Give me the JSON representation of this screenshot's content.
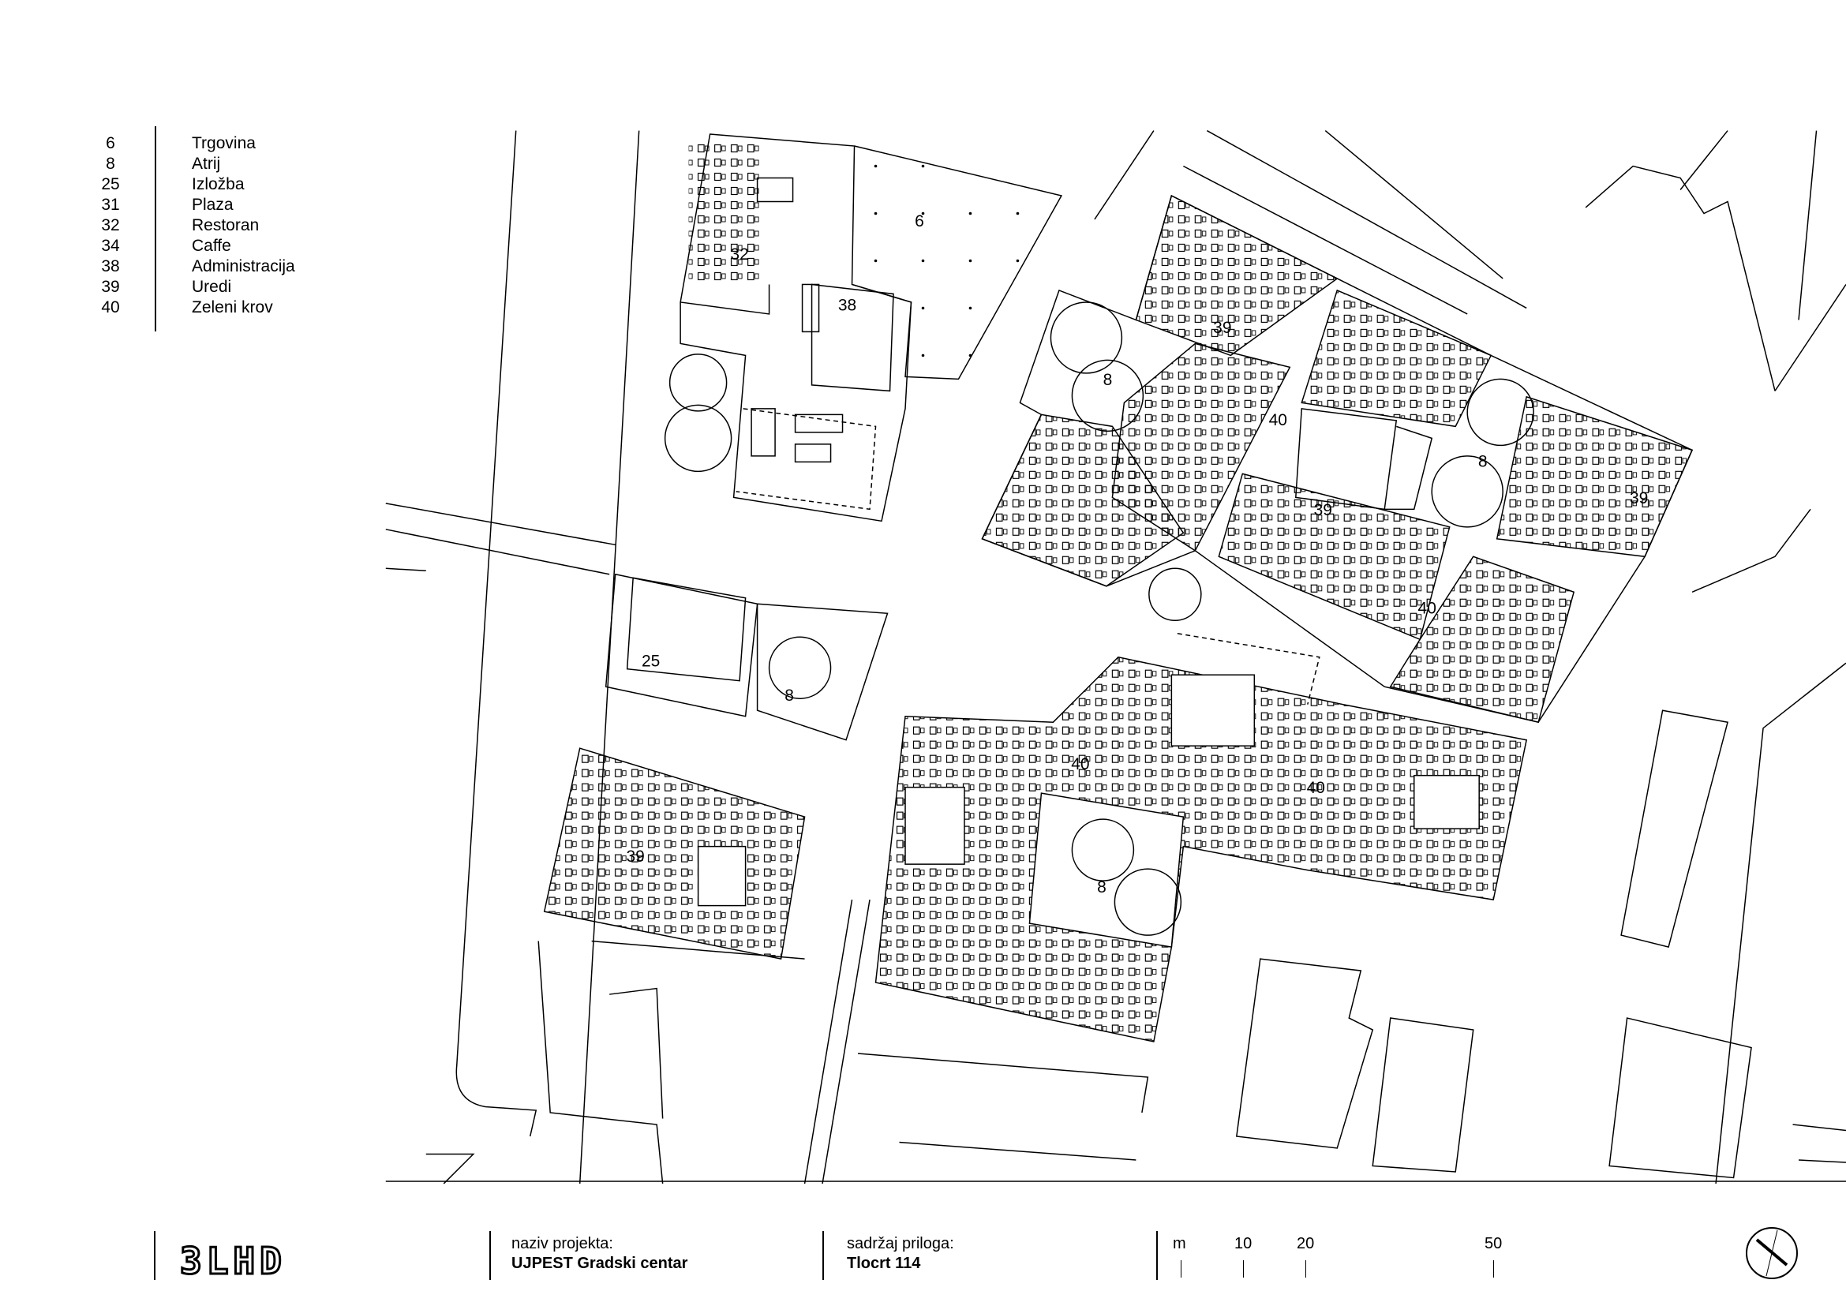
{
  "legend": [
    {
      "num": "6",
      "label": "Trgovina"
    },
    {
      "num": "8",
      "label": "Atrij"
    },
    {
      "num": "25",
      "label": "Izložba"
    },
    {
      "num": "31",
      "label": "Plaza"
    },
    {
      "num": "32",
      "label": "Restoran"
    },
    {
      "num": "34",
      "label": "Caffe"
    },
    {
      "num": "38",
      "label": "Administracija"
    },
    {
      "num": "39",
      "label": "Uredi"
    },
    {
      "num": "40",
      "label": "Zeleni krov"
    }
  ],
  "plan_labels": [
    "6",
    "32",
    "38",
    "39",
    "8",
    "40",
    "8",
    "39",
    "39",
    "40",
    "25",
    "8",
    "40",
    "40",
    "39",
    "8"
  ],
  "footer": {
    "logo": "3LHD",
    "project_label": "naziv projekta:",
    "project_value": "UJPEST Gradski centar",
    "content_label": "sadržaj priloga:",
    "content_value": "Tlocrt 114",
    "scale_unit": "m",
    "scale_ticks": [
      "10",
      "20",
      "50"
    ]
  },
  "icons": {
    "north_arrow": "north-arrow-icon"
  }
}
